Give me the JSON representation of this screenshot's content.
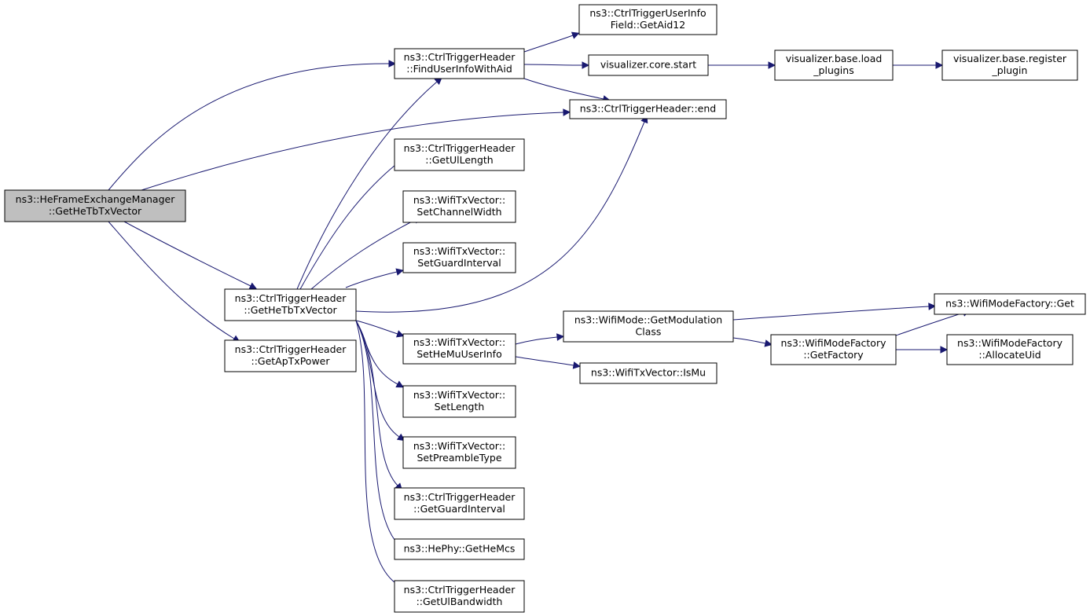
{
  "nodes": [
    {
      "id": "root",
      "lines": [
        "ns3::HeFrameExchangeManager",
        "::GetHeTbTxVector"
      ],
      "root": true
    },
    {
      "id": "findUser",
      "lines": [
        "ns3::CtrlTriggerHeader",
        "::FindUserInfoWithAid"
      ]
    },
    {
      "id": "getAid12",
      "lines": [
        "ns3::CtrlTriggerUserInfo",
        "Field::GetAid12"
      ]
    },
    {
      "id": "vizStart",
      "lines": [
        "visualizer.core.start"
      ]
    },
    {
      "id": "vizLoad",
      "lines": [
        "visualizer.base.load",
        "_plugins"
      ]
    },
    {
      "id": "vizRegister",
      "lines": [
        "visualizer.base.register",
        "_plugin"
      ]
    },
    {
      "id": "end",
      "lines": [
        "ns3::CtrlTriggerHeader::end"
      ]
    },
    {
      "id": "getUlLength",
      "lines": [
        "ns3::CtrlTriggerHeader",
        "::GetUlLength"
      ]
    },
    {
      "id": "setChannelWidth",
      "lines": [
        "ns3::WifiTxVector::",
        "SetChannelWidth"
      ]
    },
    {
      "id": "setGuardInterval",
      "lines": [
        "ns3::WifiTxVector::",
        "SetGuardInterval"
      ]
    },
    {
      "id": "ctrlGetHeTb",
      "lines": [
        "ns3::CtrlTriggerHeader",
        "::GetHeTbTxVector"
      ]
    },
    {
      "id": "getApTxPower",
      "lines": [
        "ns3::CtrlTriggerHeader",
        "::GetApTxPower"
      ]
    },
    {
      "id": "setHeMuUserInfo",
      "lines": [
        "ns3::WifiTxVector::",
        "SetHeMuUserInfo"
      ]
    },
    {
      "id": "getModClass",
      "lines": [
        "ns3::WifiMode::GetModulation",
        "Class"
      ]
    },
    {
      "id": "isMu",
      "lines": [
        "ns3::WifiTxVector::IsMu"
      ]
    },
    {
      "id": "factoryGet",
      "lines": [
        "ns3::WifiModeFactory::Get"
      ]
    },
    {
      "id": "getFactory",
      "lines": [
        "ns3::WifiModeFactory",
        "::GetFactory"
      ]
    },
    {
      "id": "allocateUid",
      "lines": [
        "ns3::WifiModeFactory",
        "::AllocateUid"
      ]
    },
    {
      "id": "setLength",
      "lines": [
        "ns3::WifiTxVector::",
        "SetLength"
      ]
    },
    {
      "id": "setPreamble",
      "lines": [
        "ns3::WifiTxVector::",
        "SetPreambleType"
      ]
    },
    {
      "id": "getGuardInt",
      "lines": [
        "ns3::CtrlTriggerHeader",
        "::GetGuardInterval"
      ]
    },
    {
      "id": "getHeMcs",
      "lines": [
        "ns3::HePhy::GetHeMcs"
      ]
    },
    {
      "id": "getUlBandwidth",
      "lines": [
        "ns3::CtrlTriggerHeader",
        "::GetUlBandwidth"
      ]
    }
  ],
  "edges": [
    {
      "from": "root",
      "to": "findUser"
    },
    {
      "from": "root",
      "to": "end"
    },
    {
      "from": "root",
      "to": "ctrlGetHeTb"
    },
    {
      "from": "root",
      "to": "getApTxPower"
    },
    {
      "from": "findUser",
      "to": "getAid12"
    },
    {
      "from": "findUser",
      "to": "vizStart"
    },
    {
      "from": "findUser",
      "to": "end"
    },
    {
      "from": "vizStart",
      "to": "vizLoad"
    },
    {
      "from": "vizLoad",
      "to": "vizRegister"
    },
    {
      "from": "ctrlGetHeTb",
      "to": "findUser"
    },
    {
      "from": "ctrlGetHeTb",
      "to": "end"
    },
    {
      "from": "ctrlGetHeTb",
      "to": "getUlLength"
    },
    {
      "from": "ctrlGetHeTb",
      "to": "setChannelWidth"
    },
    {
      "from": "ctrlGetHeTb",
      "to": "setGuardInterval"
    },
    {
      "from": "ctrlGetHeTb",
      "to": "setHeMuUserInfo"
    },
    {
      "from": "ctrlGetHeTb",
      "to": "setLength"
    },
    {
      "from": "ctrlGetHeTb",
      "to": "setPreamble"
    },
    {
      "from": "ctrlGetHeTb",
      "to": "getGuardInt"
    },
    {
      "from": "ctrlGetHeTb",
      "to": "getHeMcs"
    },
    {
      "from": "ctrlGetHeTb",
      "to": "getUlBandwidth"
    },
    {
      "from": "setHeMuUserInfo",
      "to": "getModClass"
    },
    {
      "from": "setHeMuUserInfo",
      "to": "isMu"
    },
    {
      "from": "getModClass",
      "to": "factoryGet"
    },
    {
      "from": "getModClass",
      "to": "getFactory"
    },
    {
      "from": "getFactory",
      "to": "factoryGet"
    },
    {
      "from": "getFactory",
      "to": "allocateUid"
    }
  ]
}
